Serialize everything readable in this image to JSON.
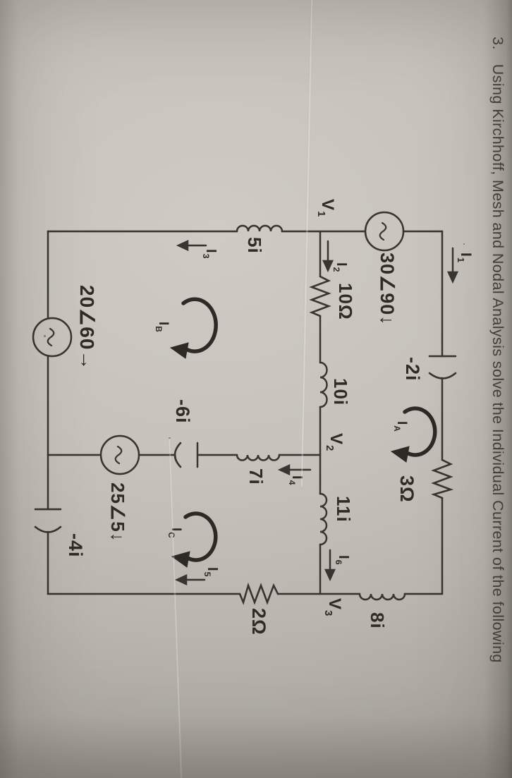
{
  "title": {
    "number": "3.",
    "text": "Using Kirchhoff, Mesh and Nodal Analysis solve the Individual Current of the following"
  },
  "circuit": {
    "node_labels": {
      "v1": {
        "base": "V",
        "sub": "1"
      },
      "v2": {
        "base": "V",
        "sub": "2"
      },
      "v3": {
        "base": "V",
        "sub": "3"
      }
    },
    "branch_currents": {
      "i1": {
        "base": "I",
        "sub": "1",
        "direction": "right"
      },
      "i2": {
        "base": "I",
        "sub": "2",
        "direction": "right"
      },
      "i3": {
        "base": "I",
        "sub": "3",
        "direction": "down"
      },
      "i4": {
        "base": "I",
        "sub": "4",
        "direction": "down"
      },
      "i5": {
        "base": "I",
        "sub": "5",
        "direction": "down"
      },
      "i6": {
        "base": "I",
        "sub": "6",
        "direction": "right"
      }
    },
    "mesh_currents": {
      "ia": {
        "base": "I",
        "sub": "A",
        "direction": "clockwise"
      },
      "ib": {
        "base": "I",
        "sub": "B",
        "direction": "clockwise"
      },
      "ic": {
        "base": "I",
        "sub": "C",
        "direction": "clockwise"
      }
    },
    "sources": {
      "upper_left": {
        "label": "30∠90↓",
        "type": "ac-source"
      },
      "lower_left": {
        "label": "20∠60→",
        "type": "ac-source"
      },
      "center": {
        "label": "25∠5↓",
        "type": "ac-source"
      }
    },
    "impedances": {
      "r_top": "3Ω",
      "r_middle": "10Ω",
      "r_right": "2Ω",
      "l_left": "5i",
      "l_middle_left": "10i",
      "l_middle_right": "11i",
      "l_right": "8i",
      "l_center": "7i",
      "c_top": "-2i",
      "c_center": "-6i",
      "c_bottom": "-4i"
    },
    "ink_color": "#2b2823",
    "paper_color": "#c7c3bc"
  }
}
